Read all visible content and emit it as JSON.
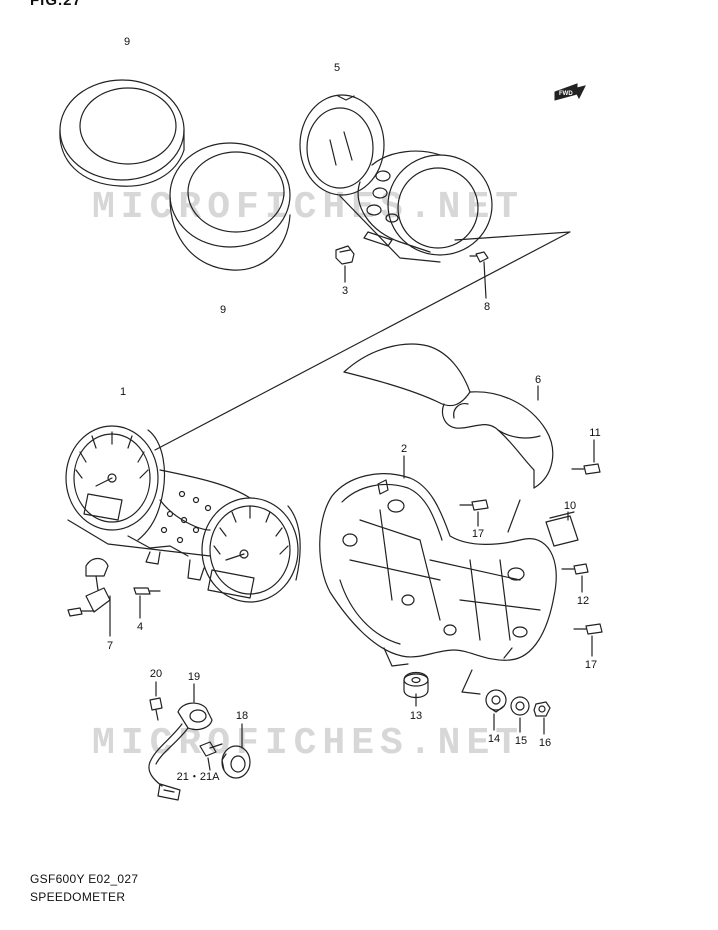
{
  "figure": {
    "title": "FIG.27",
    "model_code": "GSF600Y E02_027",
    "section_name": "SPEEDOMETER"
  },
  "watermarks": {
    "top": "MICROFICHES.NET",
    "bottom": "MICROFICHES.NET"
  },
  "direction_badge": {
    "label": "FWD"
  },
  "parts": {
    "p1": "1",
    "p2": "2",
    "p3": "3",
    "p4": "4",
    "p5": "5",
    "p6": "6",
    "p7": "7",
    "p8": "8",
    "p9a": "9",
    "p9b": "9",
    "p10": "10",
    "p11": "11",
    "p12": "12",
    "p13": "13",
    "p14": "14",
    "p15": "15",
    "p16": "16",
    "p17a": "17",
    "p17b": "17",
    "p18": "18",
    "p19": "19",
    "p20": "20",
    "p21": "21・21A"
  }
}
